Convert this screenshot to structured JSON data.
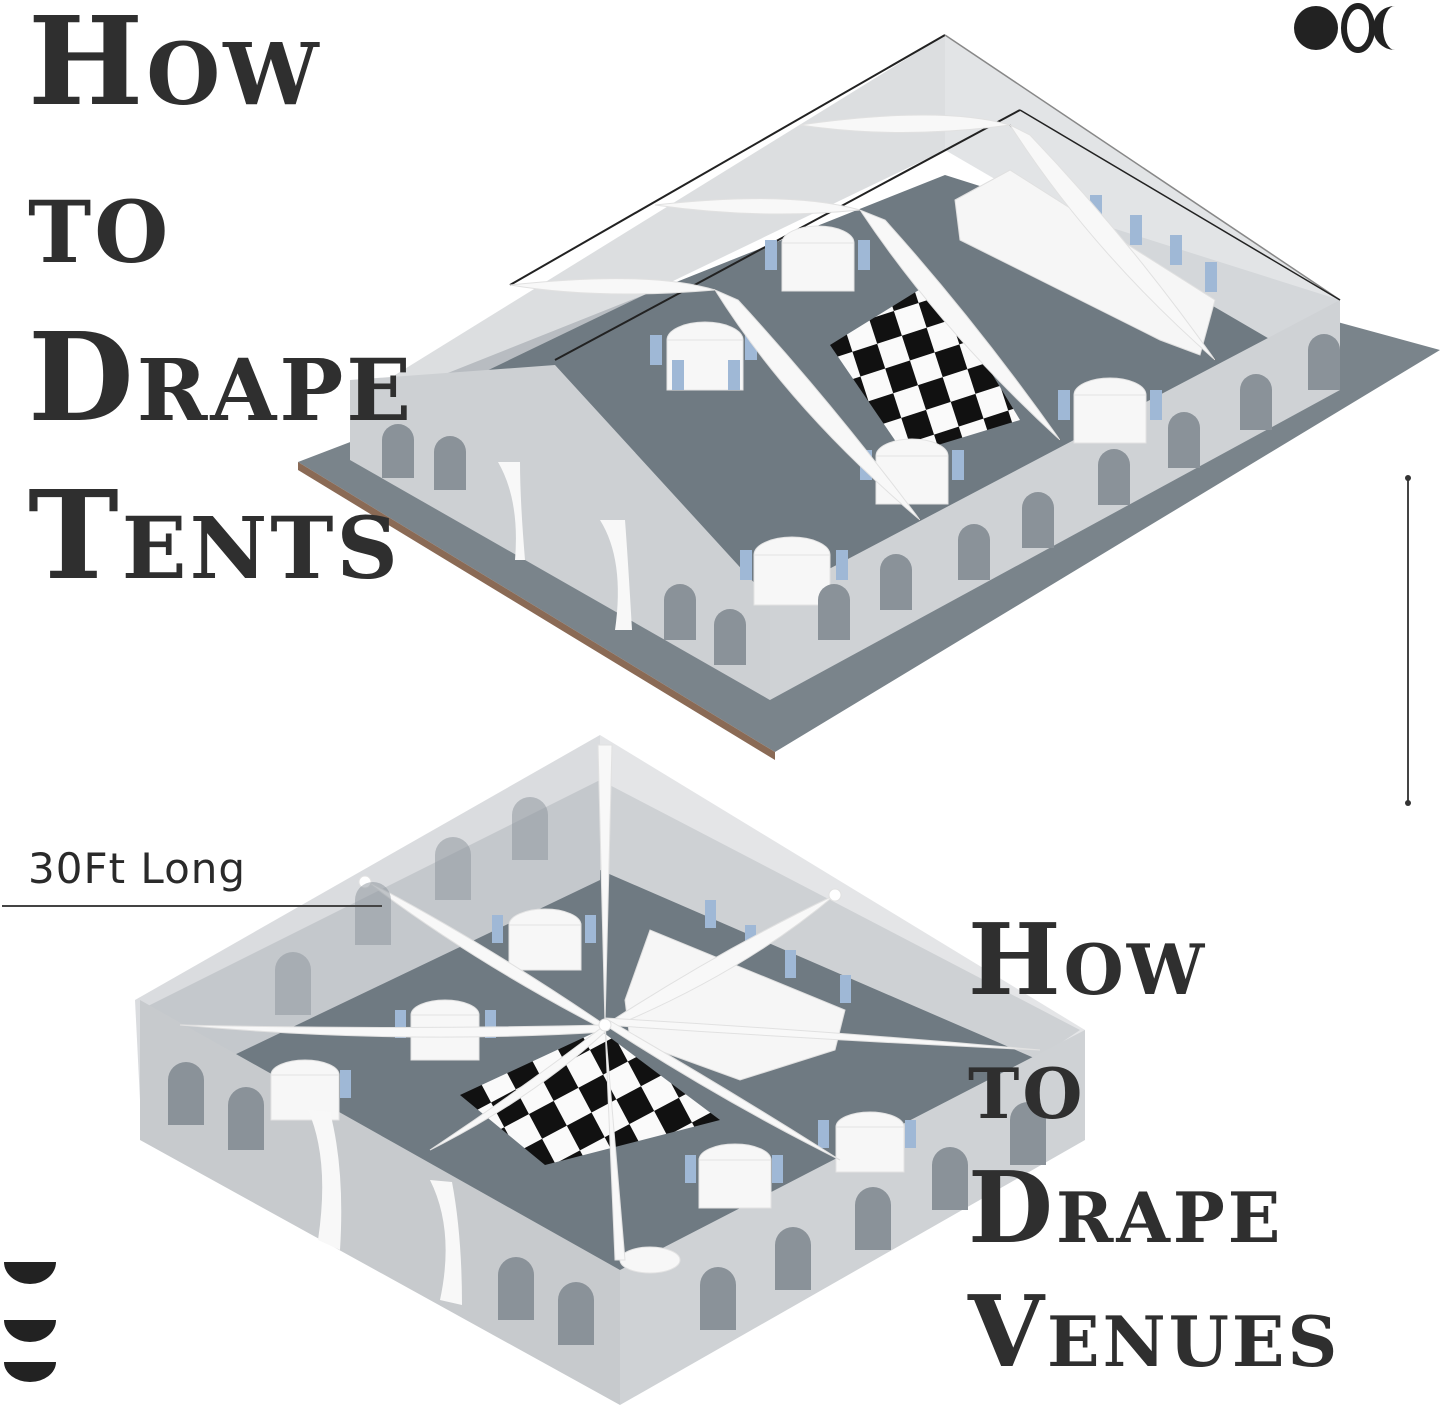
{
  "headlines": {
    "tents": [
      "How",
      "to",
      "Drape",
      "Tents"
    ],
    "venues": [
      "How",
      "to",
      "Drape",
      "Venues"
    ]
  },
  "dimension": {
    "length_label": "30Ft Long"
  },
  "icons": {
    "top_right": "moon-phase-icons",
    "bottom_left": "half-circle-icons"
  },
  "colors": {
    "text": "#2f2f2f",
    "tent_wall": "#c7cacd",
    "tent_roof": "#dcdee0",
    "floor": "#6f7a82",
    "drape": "#f8f8f8",
    "chair": "#9fb8d6",
    "dance_floor_dark": "#111111"
  }
}
